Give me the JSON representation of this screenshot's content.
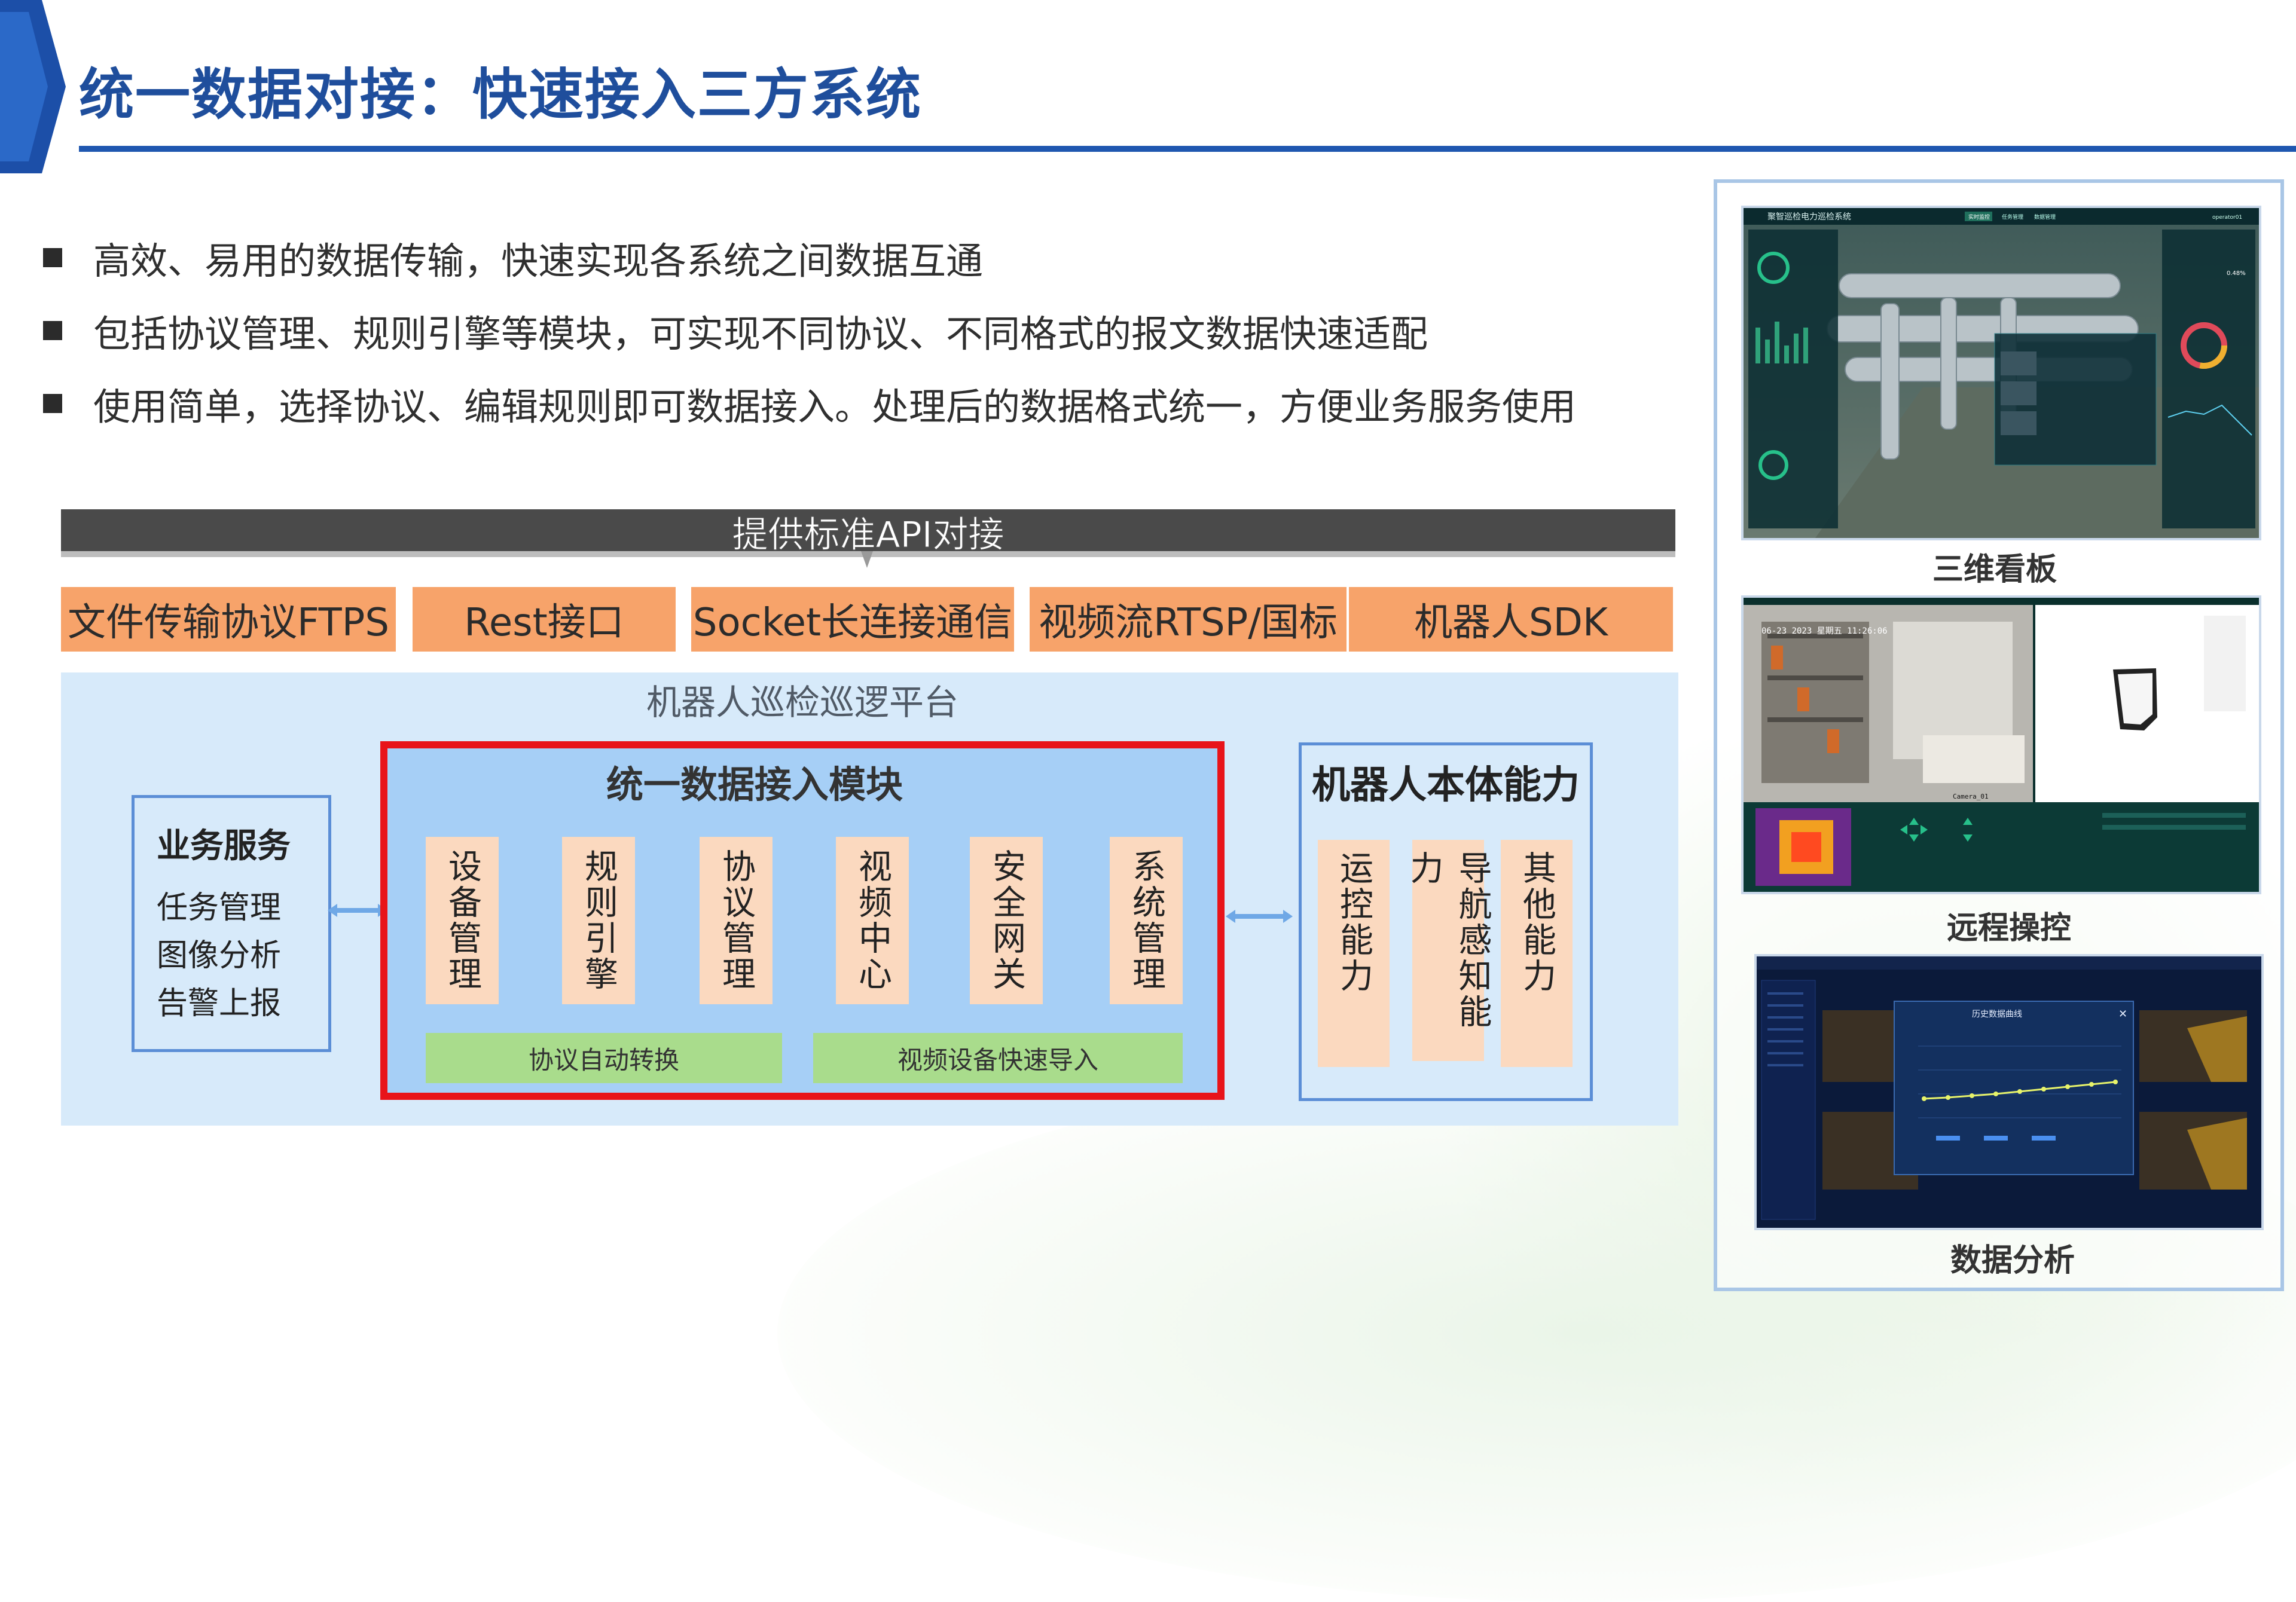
{
  "title": "统一数据对接：快速接入三方系统",
  "bullets": [
    "高效、易用的数据传输，快速实现各系统之间数据互通",
    "包括协议管理、规则引擎等模块，可实现不同协议、不同格式的报文数据快速适配",
    "使用简单，选择协议、编辑规则即可数据接入。处理后的数据格式统一，方便业务服务使用"
  ],
  "diagram": {
    "api_bar": "提供标准API对接",
    "interfaces": [
      "文件传输协议FTPS",
      "Rest接口",
      "Socket长连接通信",
      "视频流RTSP/国标",
      "机器人SDK"
    ],
    "platform": "机器人巡检巡逻平台",
    "business": {
      "title": "业务服务",
      "items": [
        "任务管理",
        "图像分析",
        "告警上报"
      ]
    },
    "unified": {
      "title": "统一数据接入模块",
      "modules": [
        "设备管理",
        "规则引擎",
        "协议管理",
        "视频中心",
        "安全网关",
        "系统管理"
      ],
      "bottom": [
        "协议自动转换",
        "视频设备快速导入"
      ]
    },
    "robot": {
      "title": "机器人本体能力",
      "modules": [
        "运控能力",
        "导航感知能力",
        "其他能力"
      ]
    }
  },
  "screens": {
    "s1_header": "聚智巡检电力巡检系统",
    "s1_user": "operator01",
    "s1_tabs": [
      "实时监控",
      "任务管理",
      "数据管理"
    ],
    "s1_percent": "0.48%",
    "s2_time": "06-23 2023 星期五 11:26:06",
    "s2_camera": "Camera_01",
    "s3_popup": "历史数据曲线",
    "s3_close": "✕",
    "captions": [
      "三维看板",
      "远程操控",
      "数据分析"
    ]
  },
  "colors": {
    "title_blue": "#1f4e9c",
    "rule_blue": "#1f57b0",
    "orange": "#f7a36a",
    "platform_bg": "#d7eafa",
    "unified_bg": "#a6cff6",
    "unified_border": "#e8141a",
    "peach": "#fbd9bf",
    "green": "#a9dc8c",
    "arrow_blue": "#6fa8e6"
  }
}
